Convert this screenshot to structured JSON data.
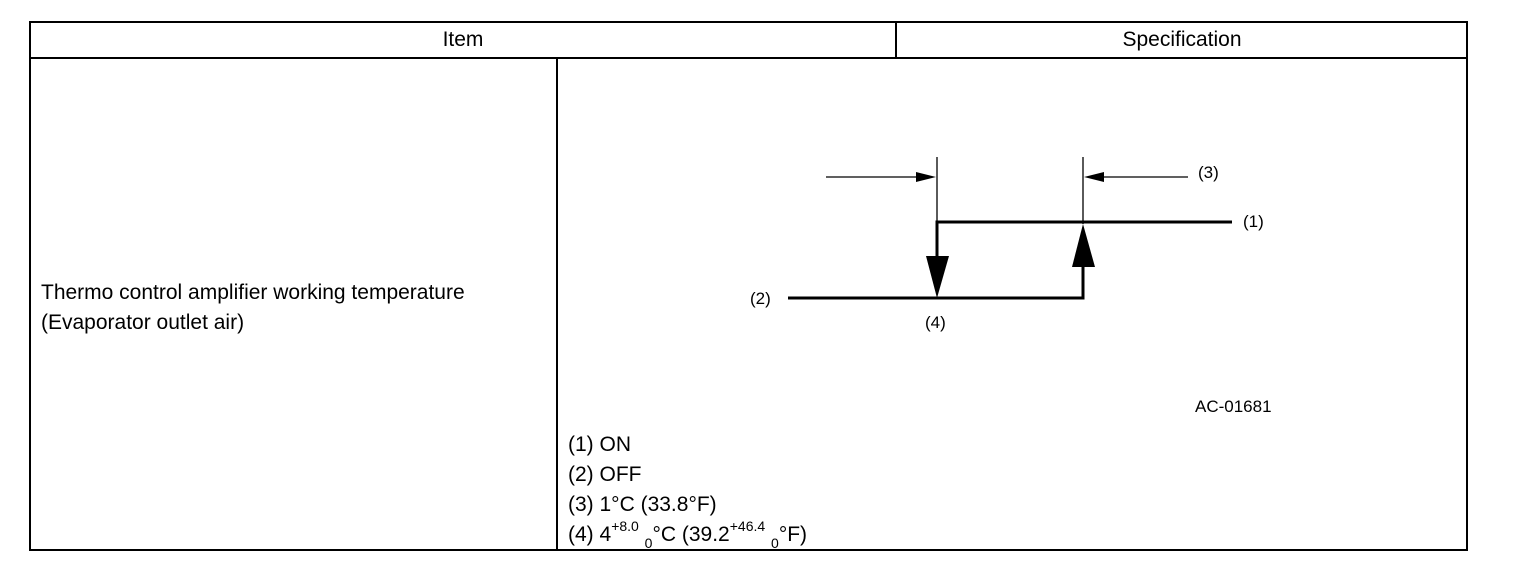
{
  "header": {
    "item": "Item",
    "specification": "Specification"
  },
  "row": {
    "item_line1": "Thermo control amplifier working temperature",
    "item_line2": "(Evaporator outlet air)"
  },
  "diagram": {
    "labels": {
      "on": "(1)",
      "off": "(2)",
      "diff": "(3)",
      "temp": "(4)"
    },
    "figure_id": "AC-01681"
  },
  "legend": {
    "l1": "(1) ON",
    "l2": "(2) OFF",
    "l3": "(3) 1°C (33.8°F)",
    "l4_prefix": "(4) 4",
    "l4_sup1": "+8.0",
    "l4_sub1": "0",
    "l4_mid": "°C (39.2",
    "l4_sup2": "+46.4",
    "l4_sub2": "0",
    "l4_end": "°F)"
  }
}
